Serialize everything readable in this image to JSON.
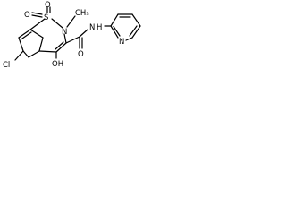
{
  "molecule": {
    "labels": {
      "cl": "Cl",
      "s": "S",
      "o_s_left": "O",
      "o_s_top": "O",
      "n_ring": "N",
      "methyl": "CH₃",
      "oh": "OH",
      "o_carbonyl": "O",
      "nh": "N",
      "h_nh": "H",
      "n_pyridine": "N"
    }
  }
}
